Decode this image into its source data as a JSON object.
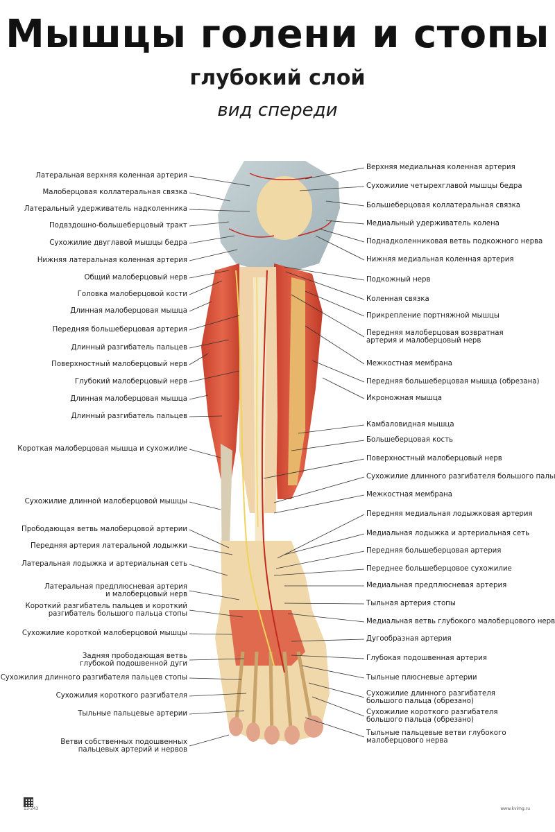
{
  "title": "Мышцы голени и стопы",
  "subtitle": "глубокий слой",
  "view": "вид спереди",
  "labels_left": [
    "Латеральная верхняя коленная артерия",
    "Малоберцовая коллатеральная связка",
    "Латеральный удерживатель надколенника",
    "Подвздошно-большеберцовый тракт",
    "Сухожилие двуглавой мышцы бедра",
    "Нижняя латеральная коленная артерия",
    "Общий малоберцовый нерв",
    "Головка малоберцовой кости",
    "Длинная малоберцовая мышца",
    "Передняя большеберцовая артерия",
    "Длинный разгибатель пальцев",
    "Поверхностный малоберцовый нерв",
    "Глубокий малоберцовый нерв",
    "Длинная малоберцовая мышца",
    "Длинный разгибатель пальцев",
    "Короткая малоберцовая мышца и сухожилие",
    "Сухожилие длинной малоберцовой мышцы",
    "Прободающая ветвь малоберцовой артерии",
    "Передняя артерия латеральной лодыжки",
    "Латеральная лодыжка и артериальная сеть",
    "Латеральная предплюсневая артерия\nи малоберцовый нерв",
    "Короткий разгибатель пальцев и короткий\nразгибатель большого пальца стопы",
    "Сухожилие короткой малоберцовой мышцы",
    "Задняя прободающая ветвь\nглубокой подошвенной дуги",
    "Сухожилия длинного разгибателя пальцев стопы",
    "Сухожилия короткого разгибателя",
    "Тыльные пальцевые артерии",
    "Ветви собственных подошвенных\nпальцевых артерий и нервов"
  ],
  "labels_right": [
    "Верхняя медиальная коленная артерия",
    "Сухожилие четырехглавой мышцы бедра",
    "Большеберцовая коллатеральная связка",
    "Медиальный удерживатель колена",
    "Поднадколенниковая ветвь подкожного нерва",
    "Нижняя медиальная коленная артерия",
    "Подкожный нерв",
    "Коленная связка",
    "Прикрепление портняжной мышцы",
    "Передняя малоберцовая возвратная\nартерия и малоберцовый нерв",
    "Межкостная мембрана",
    "Передняя большеберцовая мышца (обрезана)",
    "Икроножная мышца",
    "Камбаловидная мышца",
    "Большеберцовая кость",
    "Поверхностный малоберцовый нерв",
    "Сухожилие длинного разгибателя большого пальца",
    "Межкостная мембрана",
    "Передняя медиальная лодыжковая артерия",
    "Медиальная лодыжка и артериальная сеть",
    "Передняя большеберцовая артерия",
    "Переднее большеберцовое сухожилие",
    "Медиальная предплюсневая артерия",
    "Тыльная артерия стопы",
    "Медиальная ветвь глубокого малоберцового нерва",
    "Дугообразная артерия",
    "Глубокая подошвенная артерия",
    "Тыльные плюсневые артерии",
    "Сухожилие длинного разгибателя\nбольшого пальца (обрезано)",
    "Сухожилие короткого разгибателя\nбольшого пальца (обрезано)",
    "Тыльные пальцевые ветви глубокого\nмалоберцового нерва"
  ],
  "footer": {
    "code": "13-243",
    "site": "www.kvimg.ru"
  },
  "colors": {
    "muscle": "#d9553a",
    "muscle_dark": "#b8392a",
    "tendon": "#efe0b8",
    "bone": "#f2e6c9",
    "knee_blue": "#b9c7cc",
    "nerve": "#f0d35a",
    "artery": "#c22a20",
    "leader": "#333333"
  }
}
